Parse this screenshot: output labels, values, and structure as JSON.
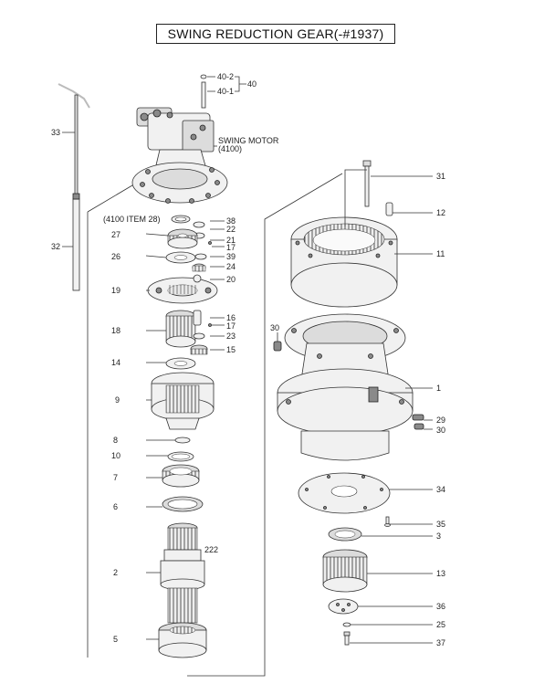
{
  "title": "SWING REDUCTION GEAR(-#1937)",
  "notes": {
    "swing_motor_line1": "SWING MOTOR",
    "swing_motor_line2": "(4100)",
    "item28_note": "(4100 ITEM 28)",
    "fragment": "222"
  },
  "labels": {
    "p40_2": "40-2",
    "p40_1": "40-1",
    "p40": "40",
    "p33": "33",
    "p32": "32",
    "p38": "38",
    "p22": "22",
    "p21": "21",
    "p17a": "17",
    "p27": "27",
    "p26": "26",
    "p39": "39",
    "p24": "24",
    "p20": "20",
    "p19": "19",
    "p16": "16",
    "p17b": "17",
    "p18": "18",
    "p23": "23",
    "p15": "15",
    "p14": "14",
    "p9": "9",
    "p8": "8",
    "p10": "10",
    "p7": "7",
    "p6": "6",
    "p2": "2",
    "p5": "5",
    "p31": "31",
    "p12": "12",
    "p11": "11",
    "p30a": "30",
    "p1": "1",
    "p29": "29",
    "p30b": "30",
    "p34": "34",
    "p35": "35",
    "p3": "3",
    "p13": "13",
    "p36": "36",
    "p25": "25",
    "p37": "37"
  }
}
